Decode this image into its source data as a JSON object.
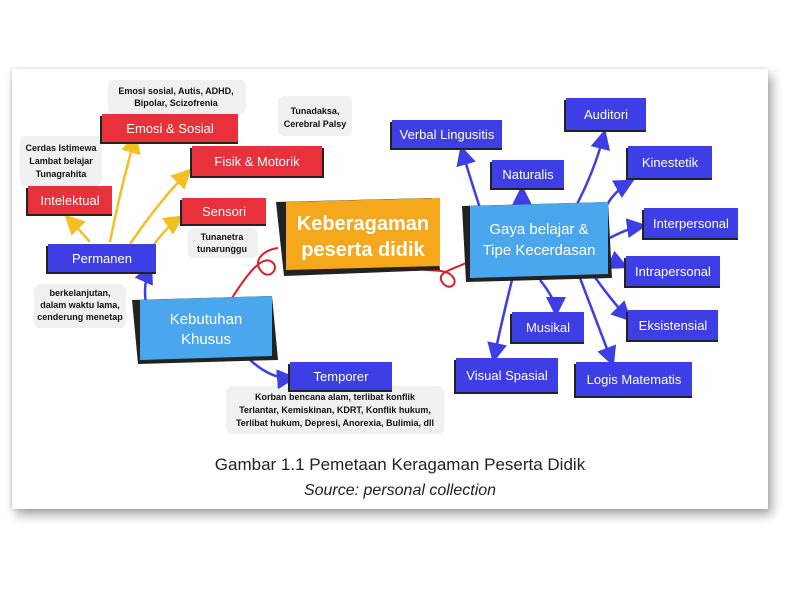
{
  "nodes": {
    "center": {
      "line1": "Keberagaman",
      "line2": "peserta didik",
      "color": "#f6a81c",
      "text_color": "#1d1f6e"
    },
    "kebutuhan_khusus": {
      "line1": "Kebutuhan",
      "line2": "Khusus",
      "color": "#4aa7ee"
    },
    "gaya_belajar": {
      "line1": "Gaya belajar &",
      "line2": "Tipe Kecerdasan",
      "color": "#4aa7ee"
    },
    "permanen": "Permanen",
    "temporer": "Temporer",
    "intelektual": "Intelektual",
    "emosi_sosial": "Emosi & Sosial",
    "fisik_motorik": "Fisik & Motorik",
    "sensori": "Sensori",
    "verbal_linguistis": "Verbal Lingusitis",
    "naturalis": "Naturalis",
    "auditori": "Auditori",
    "kinestetik": "Kinestetik",
    "interpersonal": "Interpersonal",
    "intrapersonal": "Intrapersonal",
    "eksistensial": "Eksistensial",
    "musikal": "Musikal",
    "visual_spasial": "Visual Spasial",
    "logis_matematis": "Logis Matematis"
  },
  "notes": {
    "emosi_sosial": [
      "Emosi sosial, Autis, ADHD,",
      "Bipolar, Scizofrenia"
    ],
    "fisik_motorik": [
      "Tunadaksa,",
      "Cerebral Palsy"
    ],
    "intelektual": [
      "Cerdas Istimewa",
      "Lambat belajar",
      "Tunagrahita"
    ],
    "sensori": [
      "Tunanetra",
      "tunarunggu"
    ],
    "permanen": [
      "berkelanjutan,",
      "dalam waktu lama,",
      "cenderung menetap"
    ],
    "temporer": [
      "Korban bencana alam, terlibat konflik",
      "Terlantar, Kemiskinan, KDRT, Konflik hukum,",
      "Terlibat hukum, Depresi, Anorexia, Bulimia, dll"
    ]
  },
  "colors": {
    "red_box": "#e8313a",
    "blue_box": "#3d3ee6",
    "arrow_blue": "#3d3ee6",
    "arrow_yellow": "#f3c021",
    "link_red": "#d8202c"
  },
  "caption": {
    "title": "Gambar 1.1 Pemetaan Keragaman Peserta Didik",
    "source": "Source: personal collection"
  }
}
